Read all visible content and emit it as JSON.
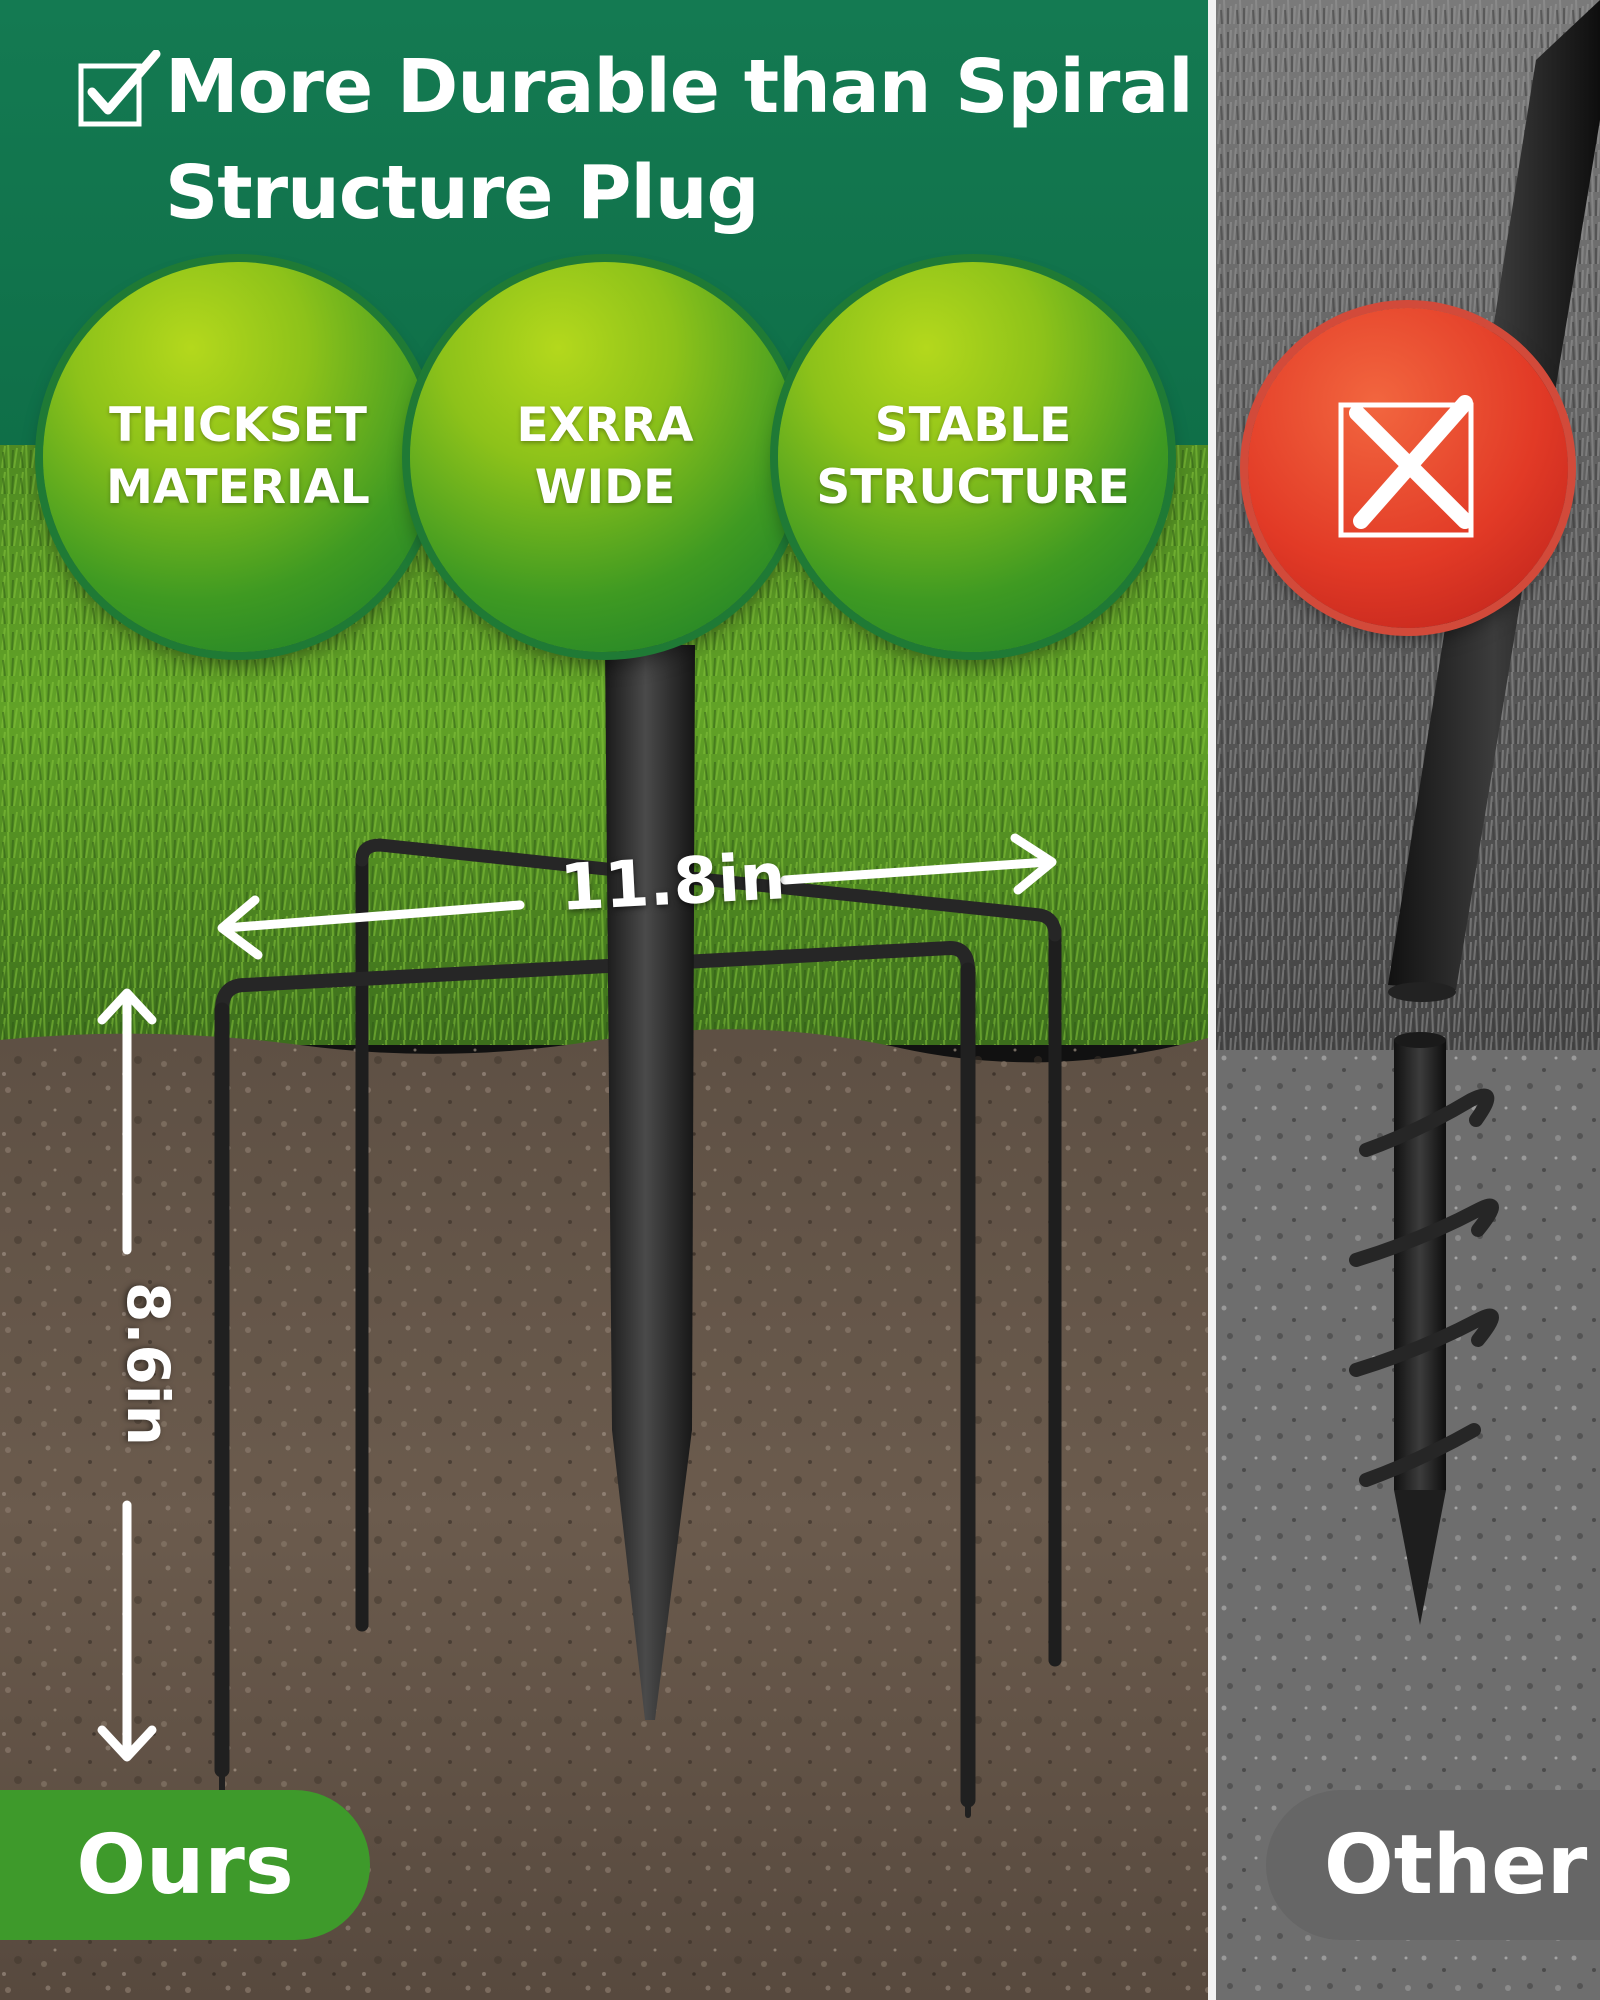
{
  "headline": {
    "line1": "More Durable than Spiral",
    "line2": "Structure Plug"
  },
  "features": [
    {
      "line1": "THICKSET",
      "line2": "MATERIAL"
    },
    {
      "line1": "EXRRA",
      "line2": "WIDE"
    },
    {
      "line1": "STABLE",
      "line2": "STRUCTURE"
    }
  ],
  "dimensions": {
    "width": "11.8in",
    "depth": "8.6in"
  },
  "labels": {
    "ours": "Ours",
    "other": "Other"
  },
  "icons": {
    "headline": "checkbox-check-icon",
    "other_badge": "cross-icon"
  },
  "colors": {
    "header_green": "#147a52",
    "badge_green": "#5aaa20",
    "ours_pill": "#3e9a2b",
    "other_pill": "#666666",
    "reject_red": "#e23a26"
  }
}
